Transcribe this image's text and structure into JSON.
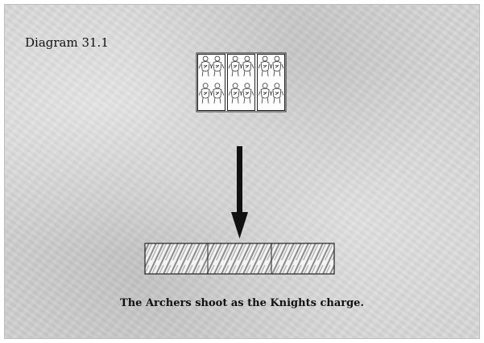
{
  "diagram": {
    "title": "Diagram 31.1",
    "caption": "The Archers shoot as the Knights charge."
  },
  "units": {
    "knights": {
      "icon": "knight-figure-icon",
      "blocks": 3,
      "figures_per_block": 4
    },
    "archers": {
      "icon": "archer-figure-icon",
      "blocks": 3
    }
  },
  "arrow": {
    "icon": "arrow-down-icon",
    "color": "#111111"
  }
}
